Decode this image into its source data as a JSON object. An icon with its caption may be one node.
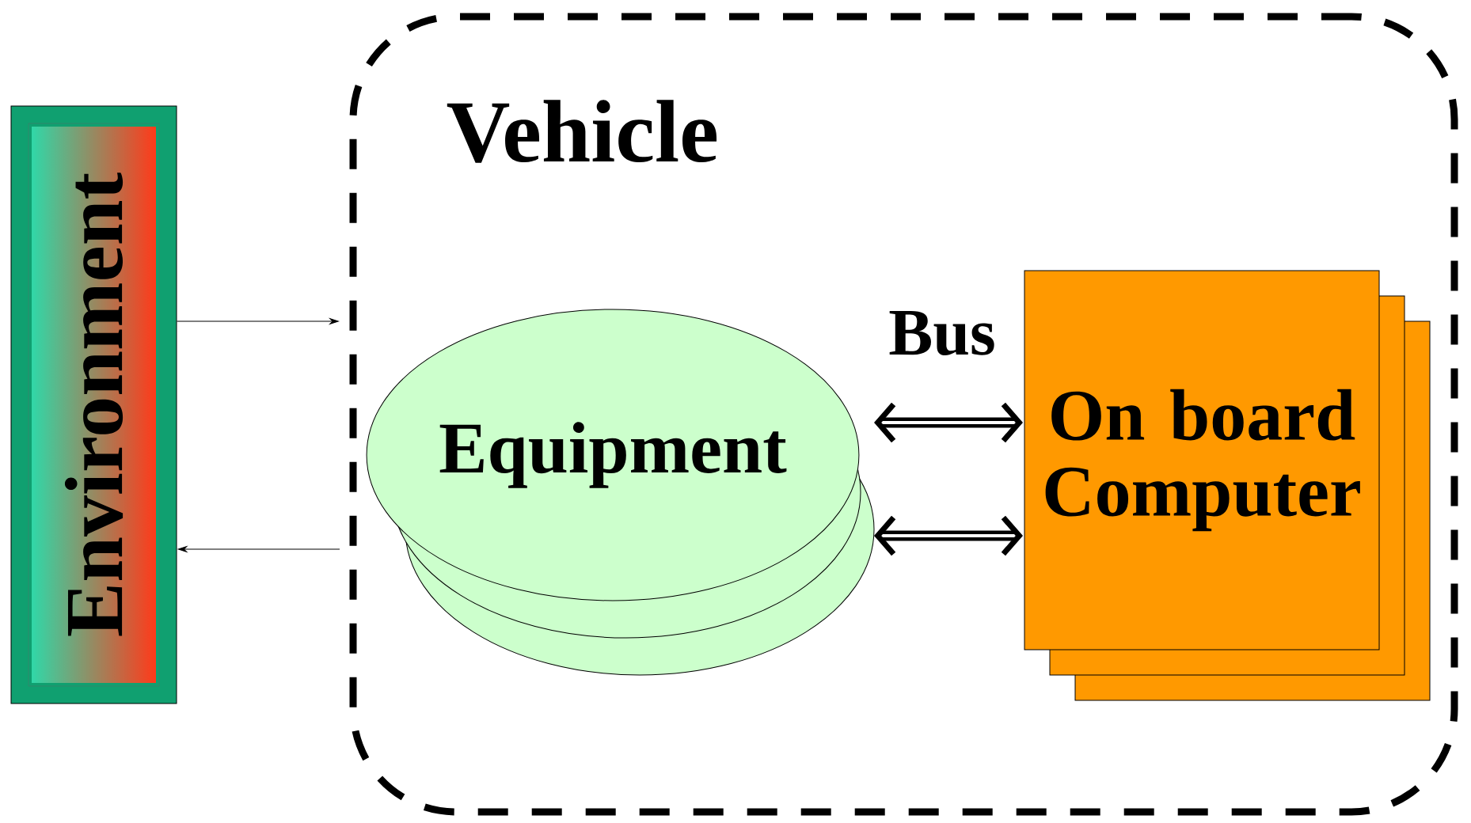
{
  "diagram": {
    "nodes": [
      {
        "text": [
          "Environment"
        ]
      },
      {
        "text": [
          "Vehicle"
        ]
      },
      {
        "text": [
          "Equipment"
        ],
        "in": 1
      },
      {
        "text": [
          "On board Computer"
        ],
        "in": 1
      }
    ],
    "edges": [
      {
        "from": 0,
        "to": 1,
        "arrow": "to"
      },
      {
        "from": 1,
        "to": 0,
        "arrow": "to"
      },
      {
        "from": 2,
        "to": 3,
        "arrow": "both",
        "style": "thick",
        "label": "Bus"
      },
      {
        "from": 2,
        "to": 3,
        "arrow": "both",
        "style": "thick"
      }
    ]
  }
}
